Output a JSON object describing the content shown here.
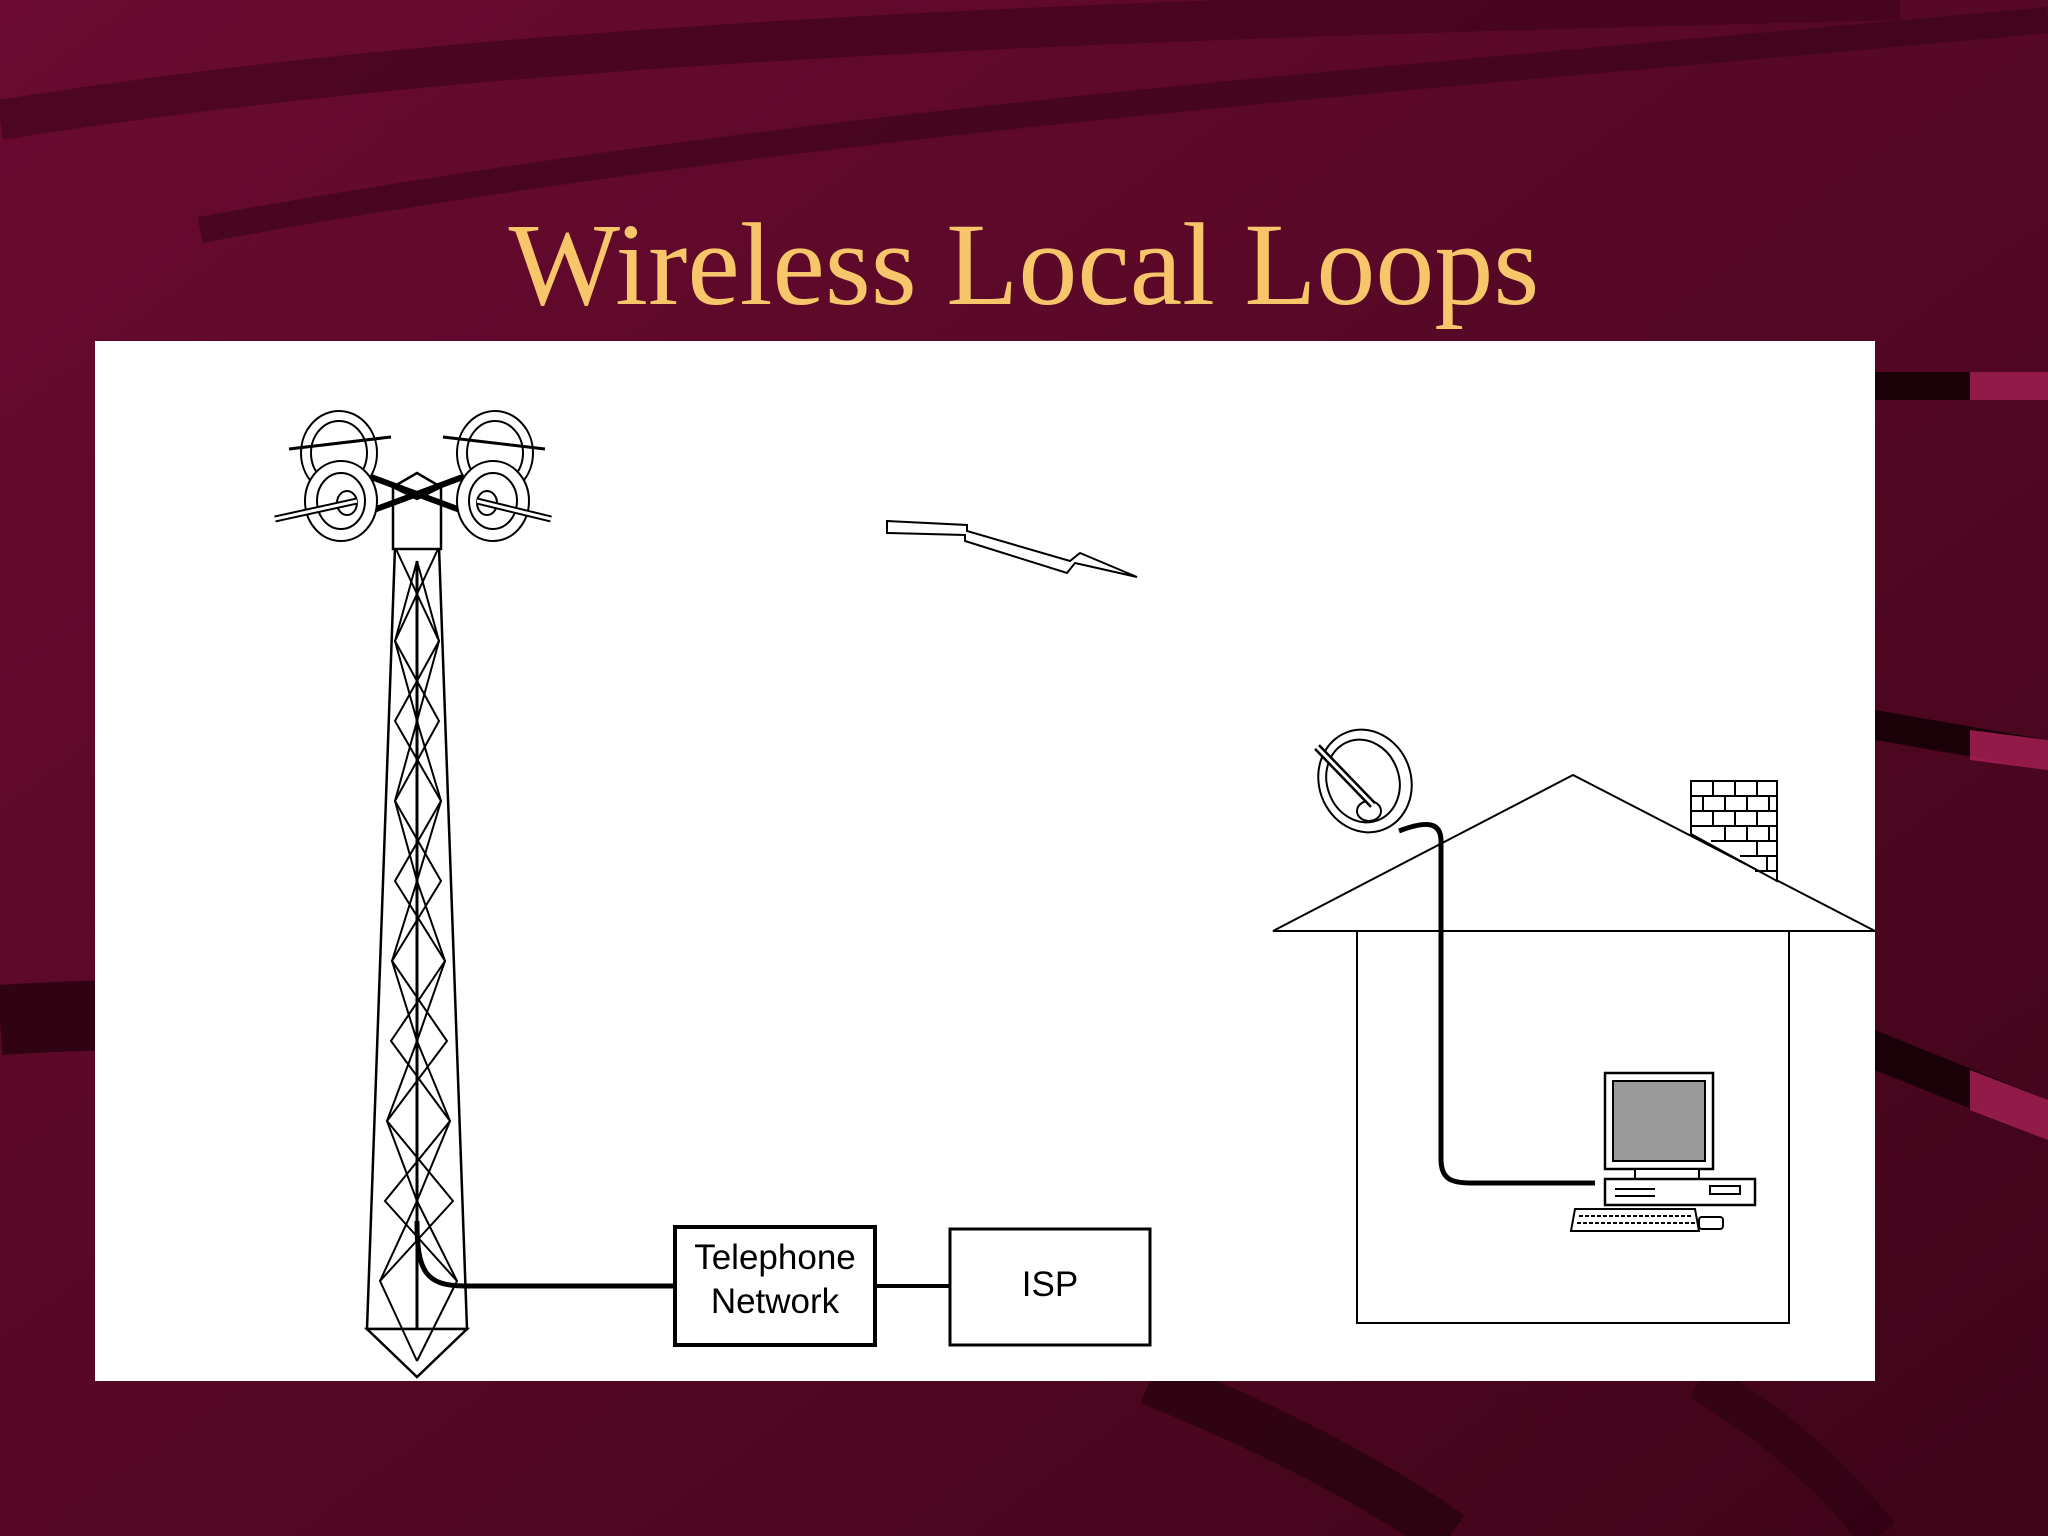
{
  "slide": {
    "title": "Wireless Local Loops"
  },
  "diagram": {
    "nodes": {
      "telephone_network": {
        "line1": "Telephone",
        "line2": "Network"
      },
      "isp": {
        "label": "ISP"
      }
    },
    "colors": {
      "background": "#5a0a2a",
      "title": "#f7c66b",
      "panel": "#ffffff",
      "ink": "#000000"
    }
  }
}
